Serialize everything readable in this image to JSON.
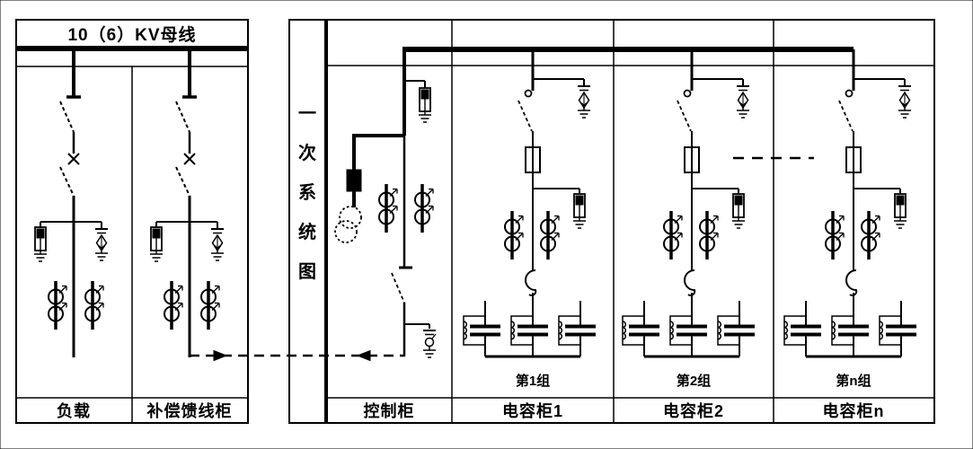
{
  "diagram": {
    "title": "10（6）KV母线",
    "vertical_label": {
      "text": "一次系统图",
      "chars": [
        "一",
        "次",
        "系",
        "统",
        "图"
      ]
    },
    "left_panel": {
      "columns": [
        {
          "label": "负载"
        },
        {
          "label": "补偿馈线柜"
        }
      ]
    },
    "right_panel": {
      "columns": [
        {
          "label": "控制柜",
          "group": ""
        },
        {
          "label": "电容柜1",
          "group": "第1组"
        },
        {
          "label": "电容柜2",
          "group": "第2组"
        },
        {
          "label": "电容柜n",
          "group": "第n组"
        }
      ]
    },
    "colors": {
      "line": "#000000",
      "background": "#ffffff"
    },
    "symbols": [
      "busbar",
      "disconnector-switch",
      "circuit-breaker-x",
      "fuse",
      "pt-fuse",
      "surge-arrester",
      "ground",
      "current-transformer-pair",
      "potential-transformer",
      "contactor",
      "capacitor-unit",
      "discharge-coil",
      "control-signal-dashed-line",
      "continuation-dashes"
    ]
  }
}
